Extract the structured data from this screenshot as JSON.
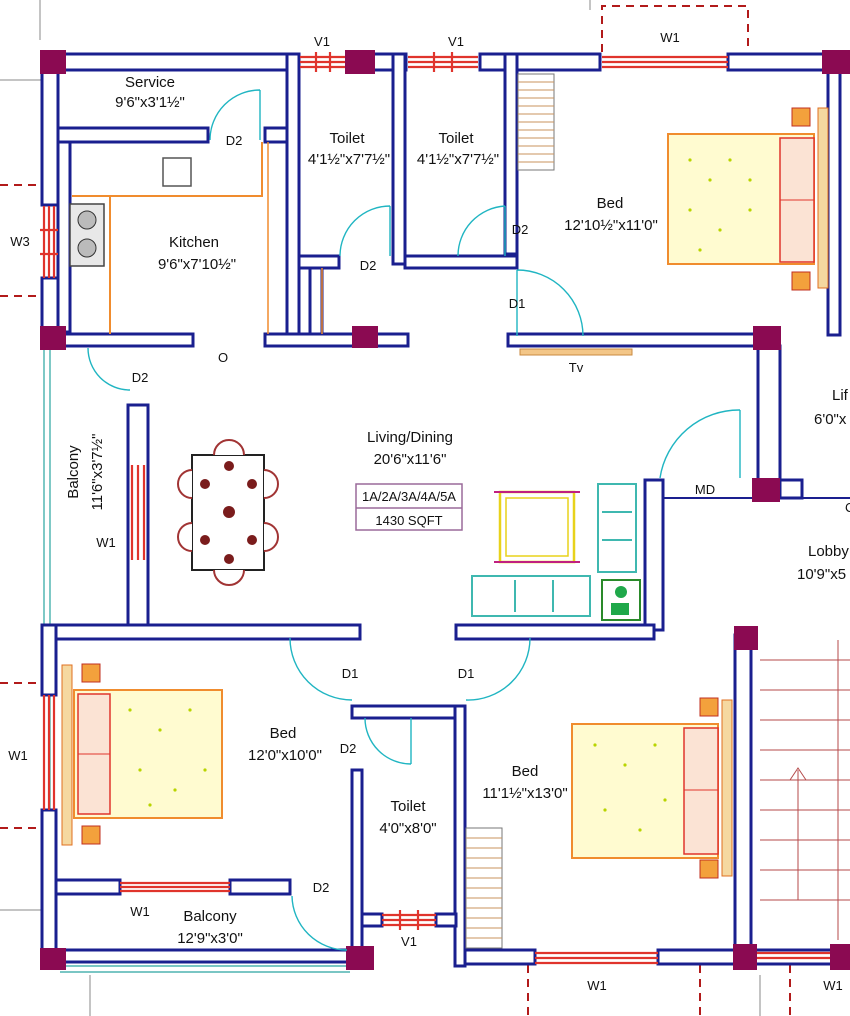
{
  "rooms": {
    "service": {
      "name": "Service",
      "dim": "9'6\"x3'1½\""
    },
    "toilet1": {
      "name": "Toilet",
      "dim": "4'1½\"x7'7½\""
    },
    "toilet2": {
      "name": "Toilet",
      "dim": "4'1½\"x7'7½\""
    },
    "bed_master": {
      "name": "Bed",
      "dim": "12'10½\"x11'0\""
    },
    "kitchen": {
      "name": "Kitchen",
      "dim": "9'6\"x7'10½\""
    },
    "balcony_left": {
      "name": "Balcony",
      "dim": "11'6\"x3'7½\""
    },
    "living": {
      "name": "Living/Dining",
      "dim": "20'6\"x11'6\""
    },
    "lift": {
      "name": "Lif",
      "dim": "6'0\"x"
    },
    "lobby": {
      "name": "Lobby",
      "dim": "10'9\"x5"
    },
    "bed_left": {
      "name": "Bed",
      "dim": "12'0\"x10'0\""
    },
    "toilet3": {
      "name": "Toilet",
      "dim": "4'0\"x8'0\""
    },
    "bed_right": {
      "name": "Bed",
      "dim": "11'1½\"x13'0\""
    },
    "balcony_bottom": {
      "name": "Balcony",
      "dim": "12'9\"x3'0\""
    }
  },
  "info_box": {
    "units": "1A/2A/3A/4A/5A",
    "area": "1430 SQFT"
  },
  "labels": {
    "v1_top_a": "V1",
    "v1_top_b": "V1",
    "w1_top": "W1",
    "d2_service": "D2",
    "d2_toilet": "D2",
    "d2_master": "D2",
    "d1_master": "D1",
    "w3": "W3",
    "o_kitchen": "O",
    "tv": "Tv",
    "d2_balcony": "D2",
    "w1_balcony": "W1",
    "md": "MD",
    "lobby_c": "C",
    "d1_left": "D1",
    "d1_right": "D1",
    "d2_toilet3": "D2",
    "w1_left": "W1",
    "w1_bed_bottom": "W1",
    "d2_bottom": "D2",
    "v1_bottom": "V1",
    "w1_bottom_a": "W1",
    "w1_bottom_b": "W1"
  },
  "colors": {
    "wall": "#1a1f8f",
    "column": "#8b0a52",
    "window": "#e0342c",
    "door_swing": "#20b5c2",
    "furniture": "#f08c2e",
    "bed_fill": "#fffbd0",
    "sofa": "#3fb8b0"
  }
}
